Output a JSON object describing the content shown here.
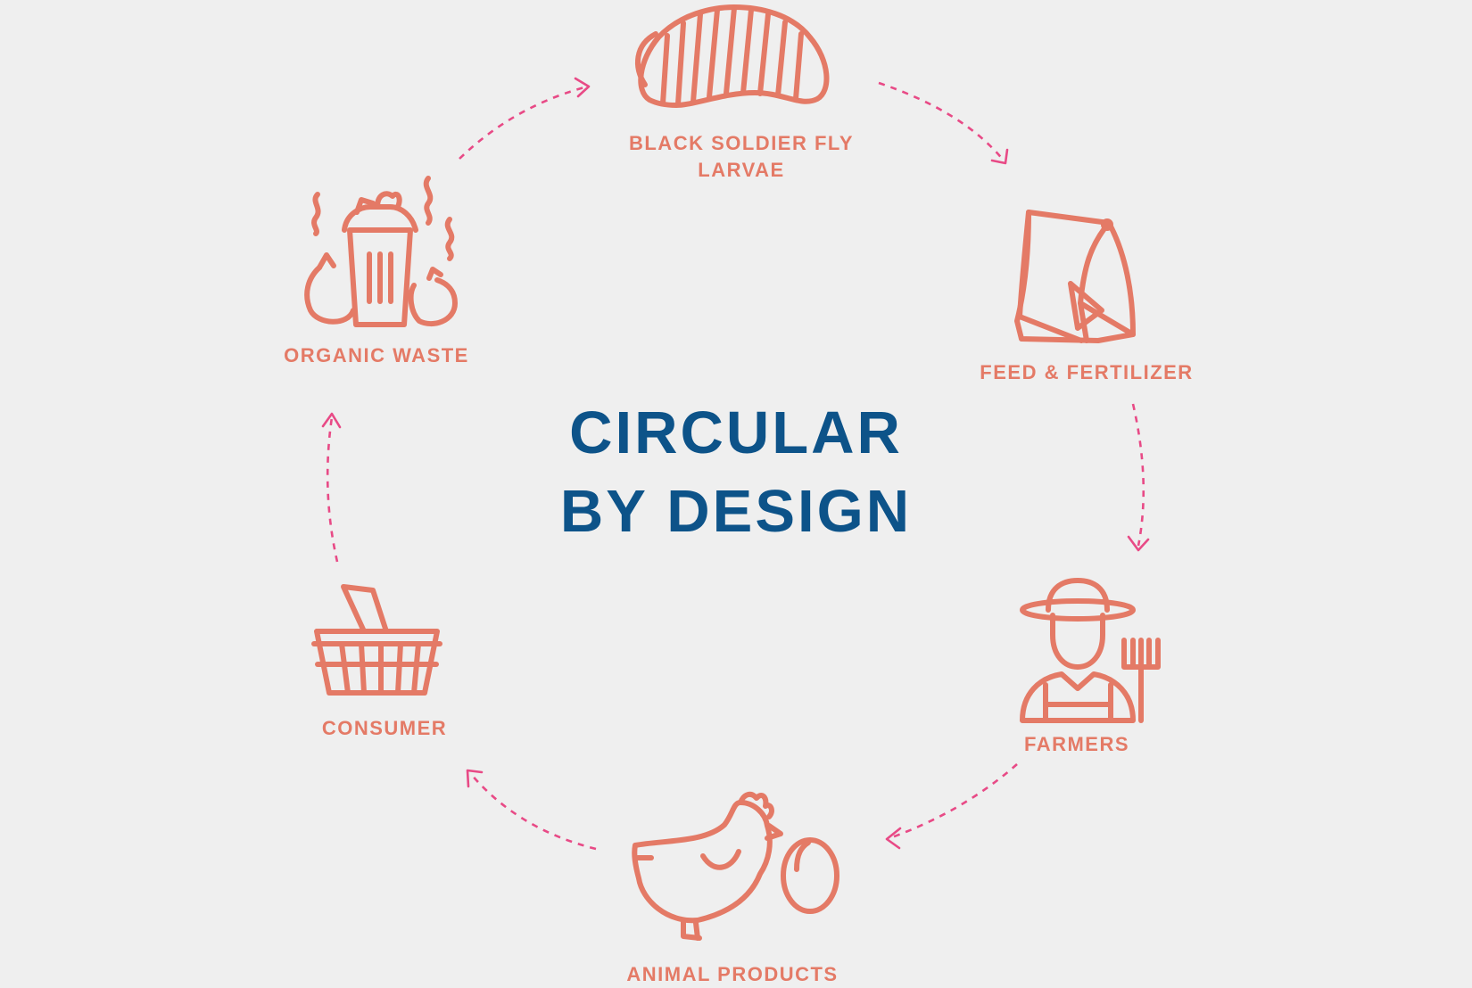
{
  "diagram": {
    "title_line1": "CIRCULAR",
    "title_line2": "BY DESIGN",
    "nodes": [
      {
        "id": "larvae",
        "label_line1": "BLACK SOLDIER FLY",
        "label_line2": "LARVAE",
        "icon": "larva-icon"
      },
      {
        "id": "feed",
        "label_line1": "FEED & FERTILIZER",
        "icon": "feed-bag-icon"
      },
      {
        "id": "farmers",
        "label_line1": "FARMERS",
        "icon": "farmer-icon"
      },
      {
        "id": "animal",
        "label_line1": "ANIMAL PRODUCTS",
        "icon": "chicken-egg-icon"
      },
      {
        "id": "consumer",
        "label_line1": "CONSUMER",
        "icon": "basket-icon"
      },
      {
        "id": "waste",
        "label_line1": "ORGANIC WASTE",
        "icon": "trash-bin-icon"
      }
    ],
    "edges": [
      {
        "from": "waste",
        "to": "larvae"
      },
      {
        "from": "larvae",
        "to": "feed"
      },
      {
        "from": "feed",
        "to": "farmers"
      },
      {
        "from": "farmers",
        "to": "animal"
      },
      {
        "from": "animal",
        "to": "consumer"
      },
      {
        "from": "consumer",
        "to": "waste"
      }
    ],
    "colors": {
      "accent": "#e47a66",
      "arrow": "#e84a86",
      "title": "#0d5389",
      "background": "#efefef"
    }
  }
}
